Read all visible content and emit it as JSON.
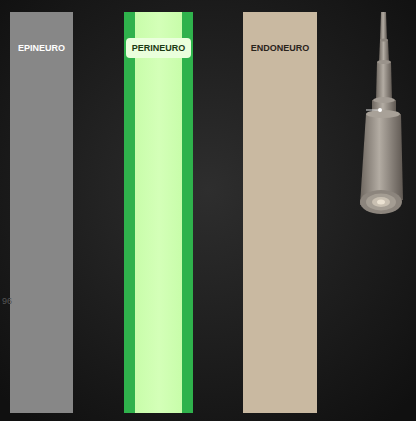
{
  "diagram": {
    "nodes": [
      {
        "text": [
          "EPINEURO"
        ]
      },
      {
        "text": [
          "PERINEURO"
        ]
      },
      {
        "text": [
          "ENDONEURO"
        ]
      }
    ],
    "labels": [
      "96"
    ]
  }
}
